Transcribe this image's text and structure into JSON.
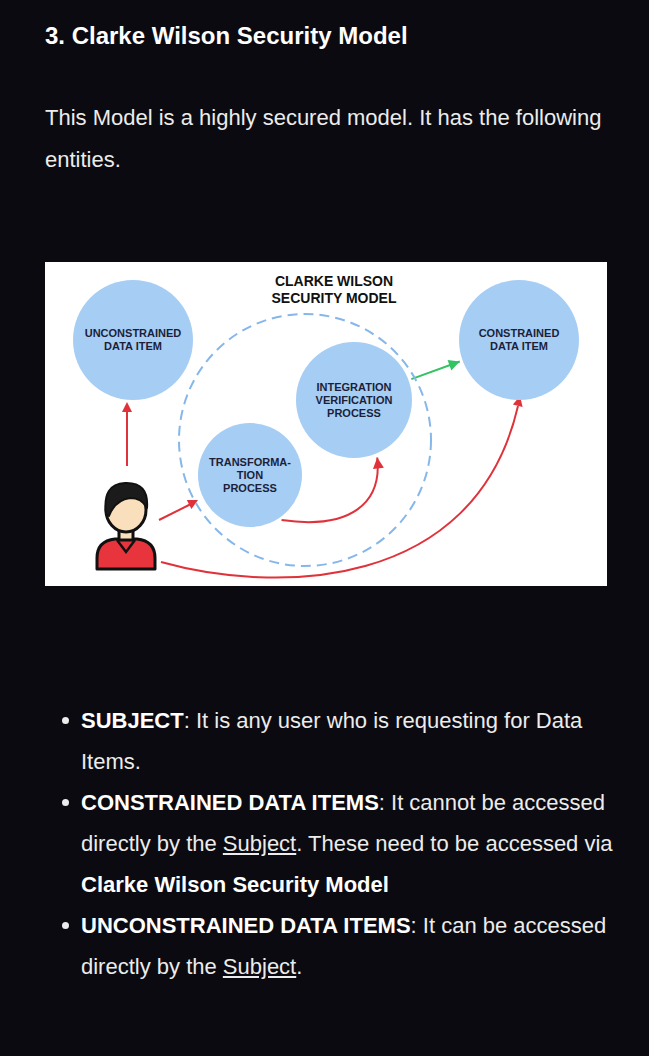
{
  "diagram": {
    "title": "3. Clarke Wilson Security Model",
    "nodes": [
      {
        "text": [
          "UNCONSTRAINED DATA ITEM"
        ]
      },
      {
        "text": [
          "CLARKE WILSON SECURITY MODEL"
        ]
      },
      {
        "text": [
          "CONSTRAINED DATA ITEM"
        ]
      },
      {
        "text": [
          "INTEGRATION VERIFICATION PROCESS"
        ],
        "in": 1
      },
      {
        "text": [
          "TRANSFORMA- TION PROCESS"
        ],
        "in": 1
      }
    ],
    "edges": [
      {
        "from": 4,
        "to": 3,
        "arrow": "to"
      },
      {
        "from": 3,
        "to": 2,
        "arrow": "to"
      }
    ],
    "labels": [
      "This Model is a highly secured model. It has the following entities.",
      "SUBJECT",
      ": It is any user who is requesting for Data Items.",
      "CONSTRAINED DATA ITEMS",
      ": It cannot be accessed directly by the ",
      "Subject",
      ". These need to be accessed via ",
      "Clarke Wilson Security Model",
      "UNCONSTRAINED DATA ITEMS",
      ": It can be accessed directly by the ",
      "Subject",
      "."
    ]
  }
}
